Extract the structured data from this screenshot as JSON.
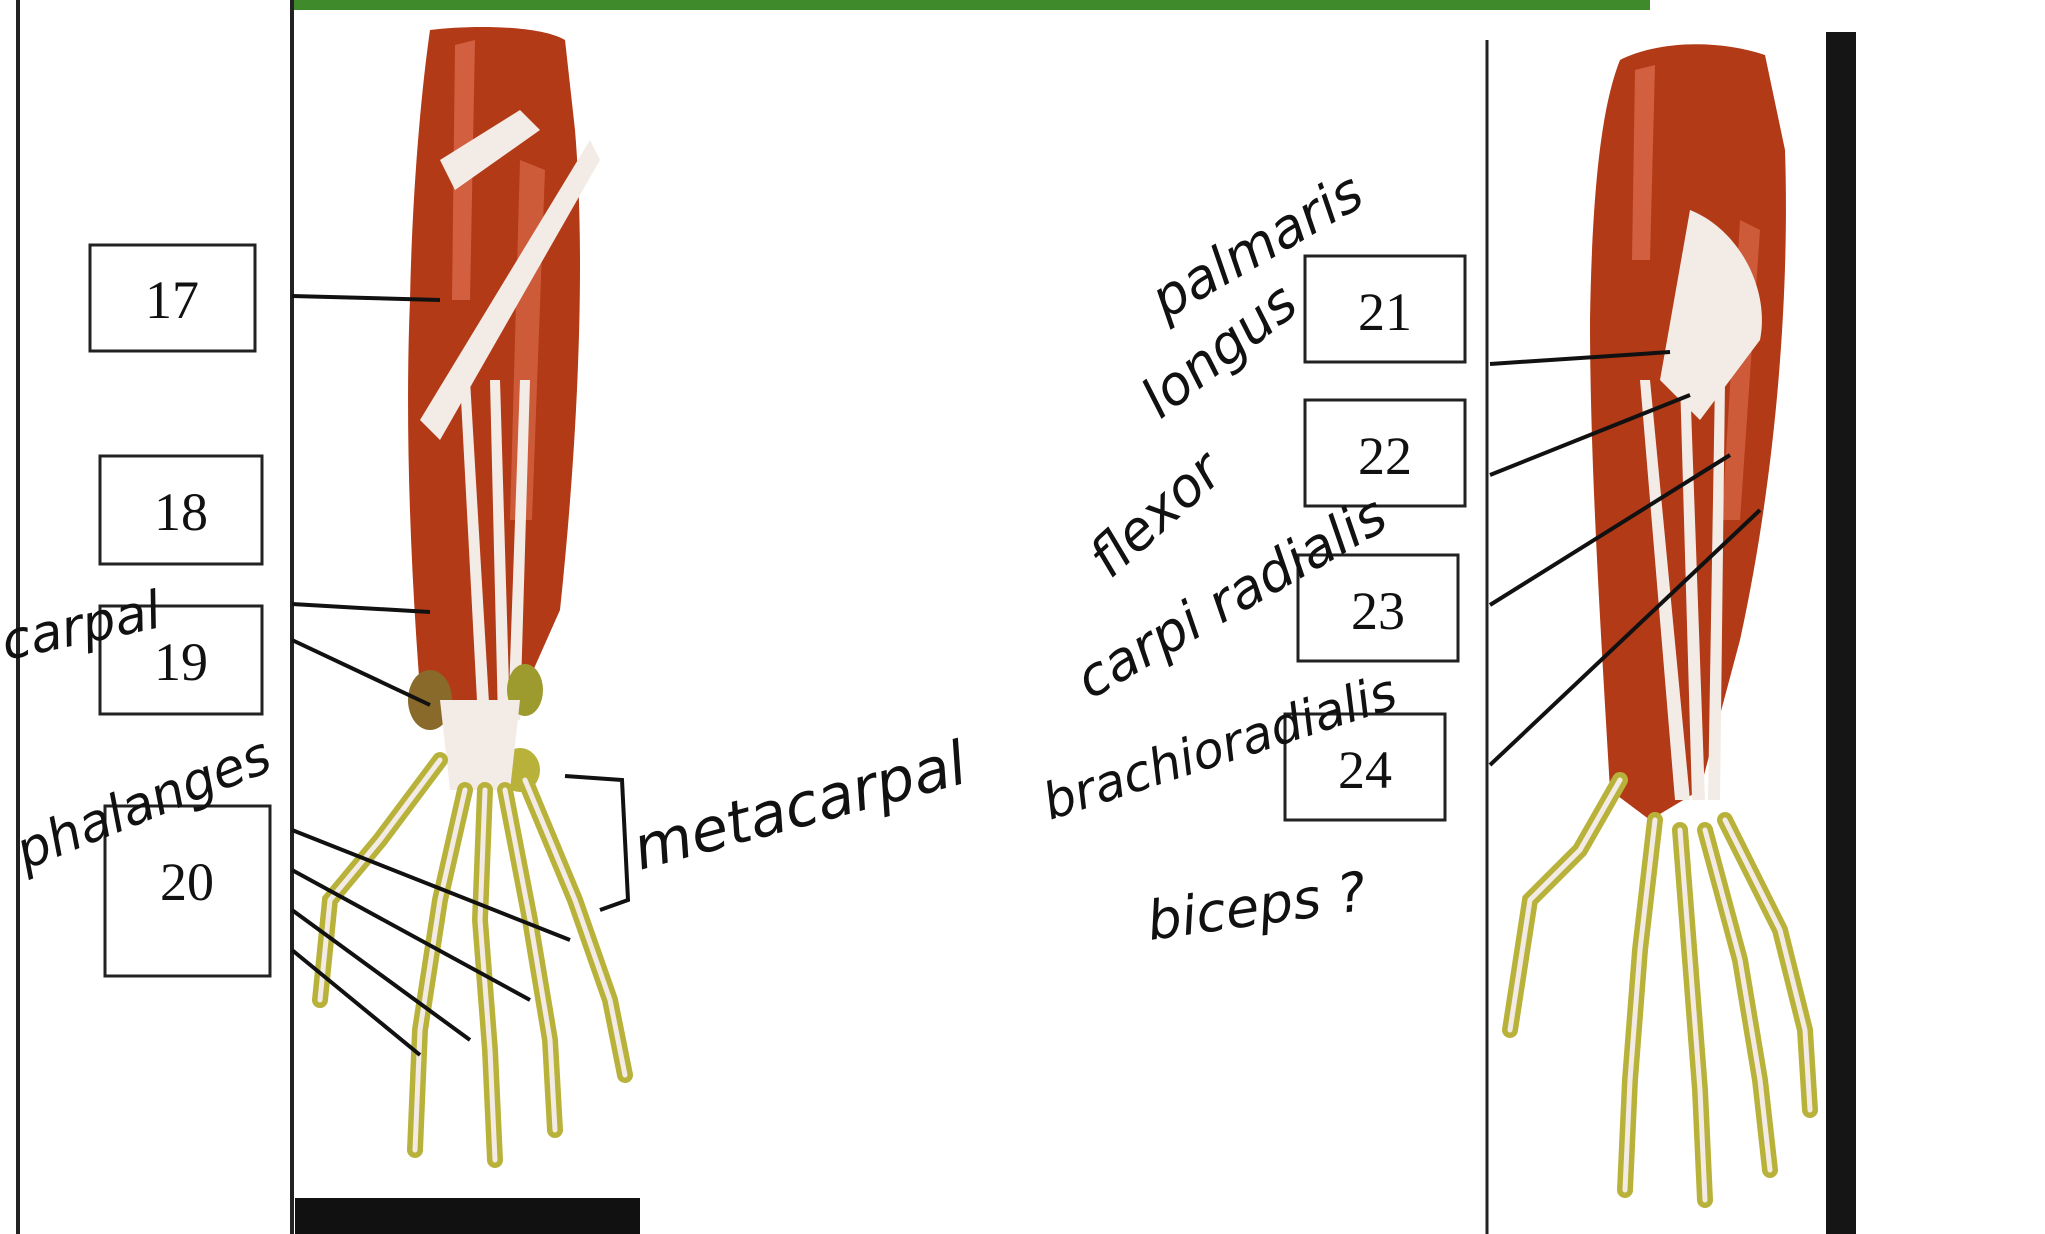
{
  "colors": {
    "muscle": "#b23a17",
    "muscle_light": "#d9694a",
    "tendon": "#f3ece6",
    "bone": "#b9b23a",
    "bone_light": "#dfe07a",
    "ink": "#111111",
    "top_strip": "#3f8a2b"
  },
  "boxes": [
    {
      "id": "box-17",
      "label": "17"
    },
    {
      "id": "box-18",
      "label": "18"
    },
    {
      "id": "box-19",
      "label": "19"
    },
    {
      "id": "box-20",
      "label": "20"
    },
    {
      "id": "box-21",
      "label": "21"
    },
    {
      "id": "box-22",
      "label": "22"
    },
    {
      "id": "box-23",
      "label": "23"
    },
    {
      "id": "box-24",
      "label": "24"
    }
  ],
  "handwriting": {
    "carpal": "carpal",
    "phalanges": "phalanges",
    "metacarpal": "metacarpal",
    "palmaris_1": "palmaris",
    "palmaris_2": "longus",
    "flexor_1": "flexor",
    "flexor_2": "carpi radialis",
    "brachioradialis": "brachioradialis",
    "biceps": "biceps ?"
  }
}
